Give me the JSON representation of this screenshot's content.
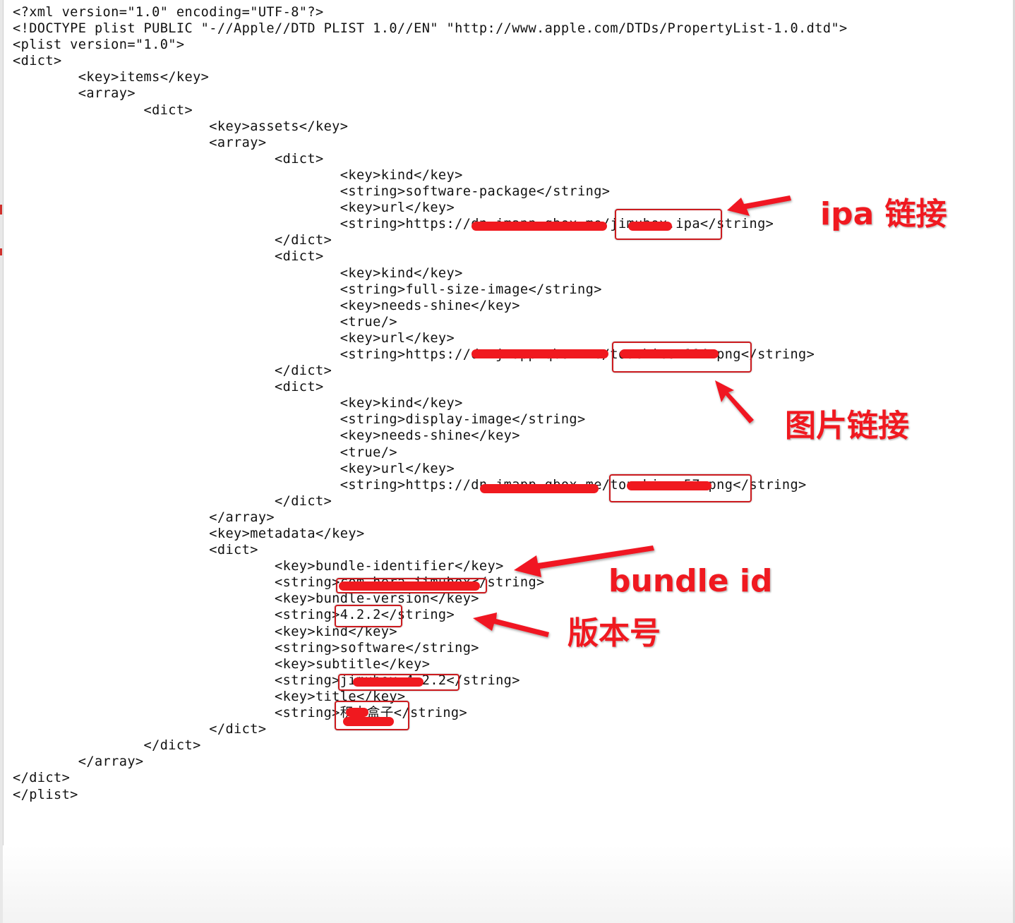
{
  "editor": {
    "lines": [
      "<?xml version=\"1.0\" encoding=\"UTF-8\"?>",
      "<!DOCTYPE plist PUBLIC \"-//Apple//DTD PLIST 1.0//EN\" \"http://www.apple.com/DTDs/PropertyList-1.0.dtd\">",
      "<plist version=\"1.0\">",
      "<dict>",
      "        <key>items</key>",
      "        <array>",
      "                <dict>",
      "                        <key>assets</key>",
      "                        <array>",
      "                                <dict>",
      "                                        <key>kind</key>",
      "                                        <string>software-package</string>",
      "                                        <key>url</key>",
      "                                        <string>https://dn-jmapp.qbox.me/jimubox.ipa</string>",
      "                                </dict>",
      "                                <dict>",
      "                                        <key>kind</key>",
      "                                        <string>full-size-image</string>",
      "                                        <key>needs-shine</key>",
      "                                        <true/>",
      "                                        <key>url</key>",
      "                                        <string>https://dn-jmapp.qbox.me/touchicon114.png</string>",
      "                                </dict>",
      "                                <dict>",
      "                                        <key>kind</key>",
      "                                        <string>display-image</string>",
      "                                        <key>needs-shine</key>",
      "                                        <true/>",
      "                                        <key>url</key>",
      "                                        <string>https://dn-jmapp.qbox.me/touchicon57.png</string>",
      "                                </dict>",
      "                        </array>",
      "                        <key>metadata</key>",
      "                        <dict>",
      "                                <key>bundle-identifier</key>",
      "                                <string>com.hera.jimubox</string>",
      "                                <key>bundle-version</key>",
      "                                <string>4.2.2</string>",
      "                                <key>kind</key>",
      "                                <string>software</string>",
      "                                <key>subtitle</key>",
      "                                <string>jimubox 4.2.2</string>",
      "                                <key>title</key>",
      "                                <string>积木盒子</string>",
      "                        </dict>",
      "                </dict>",
      "        </array>",
      "</dict>",
      "</plist>"
    ]
  },
  "annotations": {
    "ipa_link": "ipa 链接",
    "image_link": "图片链接",
    "bundle_id": "bundle id",
    "version_number": "版本号"
  },
  "colors": {
    "annotation_red": "#f01920",
    "box_red": "#cc1b1f",
    "code_text": "#111111"
  }
}
